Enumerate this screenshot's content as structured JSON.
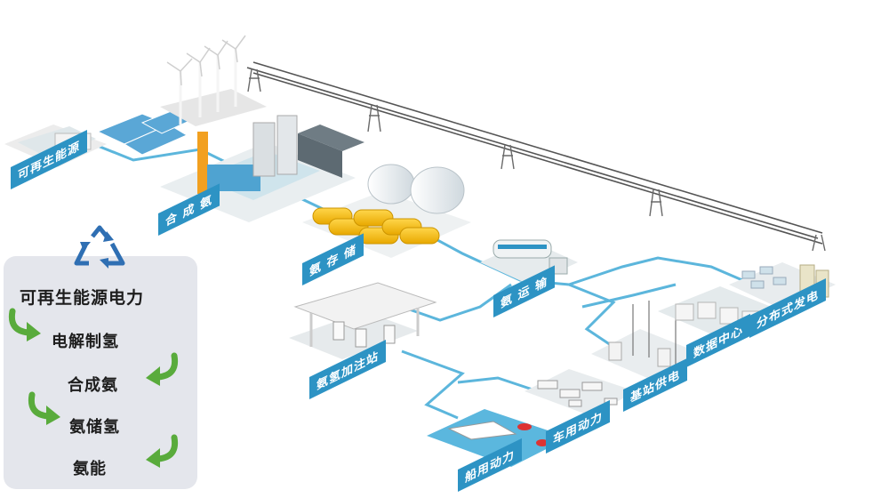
{
  "labels": {
    "renewable": "可再生能源",
    "synthesis": "合 成 氨",
    "storage": "氨 存 储",
    "transport": "氨 运 输",
    "distributed": "分布式发电",
    "datacenter": "数据中心",
    "station": "氨氢加注站",
    "basestation": "基站供电",
    "vehicle": "车用动力",
    "ship": "船用动力"
  },
  "cycle": {
    "steps": [
      "可再生能源电力",
      "电解制氢",
      "合成氨",
      "氨储氢",
      "氨能"
    ]
  },
  "colors": {
    "label_bg": "#2d93c4",
    "pipe": "#5cb6dc",
    "arrow_green": "#59ab3c",
    "recycle_blue": "#2f6fb3",
    "panel_bg": "#e4e6ec"
  }
}
